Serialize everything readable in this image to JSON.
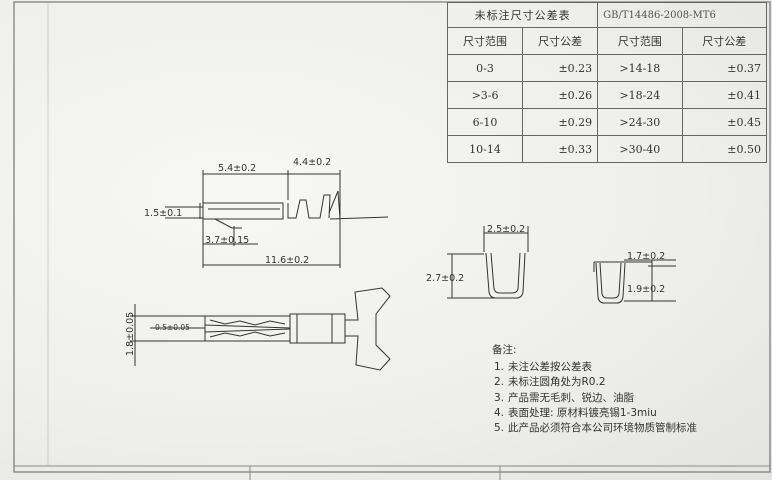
{
  "tolerance_table": {
    "title": "未标注尺寸公差表",
    "standard": "GB/T14486-2008-MT6",
    "headers": [
      "尺寸范围",
      "尺寸公差",
      "尺寸范围",
      "尺寸公差"
    ],
    "rows": [
      [
        "0-3",
        "±0.23",
        ">14-18",
        "±0.37"
      ],
      [
        ">3-6",
        "±0.26",
        ">18-24",
        "±0.41"
      ],
      [
        "6-10",
        "±0.29",
        ">24-30",
        "±0.45"
      ],
      [
        "10-14",
        "±0.33",
        ">30-40",
        "±0.50"
      ]
    ]
  },
  "dimensions": {
    "side_top_left": "5.4±0.2",
    "side_top_right": "4.4±0.2",
    "side_height": "1.5±0.1",
    "side_inner": "3.7±0.15",
    "side_total": "11.6±0.2",
    "top_height": "1.8±0.05",
    "top_inner": "0.5±0.05",
    "section1_width": "2.5±0.2",
    "section1_height": "2.7±0.2",
    "section2_width": "1.7±0.2",
    "section2_height": "1.9±0.2"
  },
  "notes": {
    "heading": "备注:",
    "items": [
      {
        "num": "1.",
        "text": "未注公差按公差表"
      },
      {
        "num": "2.",
        "text": "未标注圆角处为R0.2"
      },
      {
        "num": "3.",
        "text": "产品需无毛刺、锐边、油脂"
      },
      {
        "num": "4.",
        "text": "表面处理: 原材料镀亮锡1-3miu"
      },
      {
        "num": "5.",
        "text": "此产品必须符合本公司环境物质管制标准"
      }
    ]
  }
}
